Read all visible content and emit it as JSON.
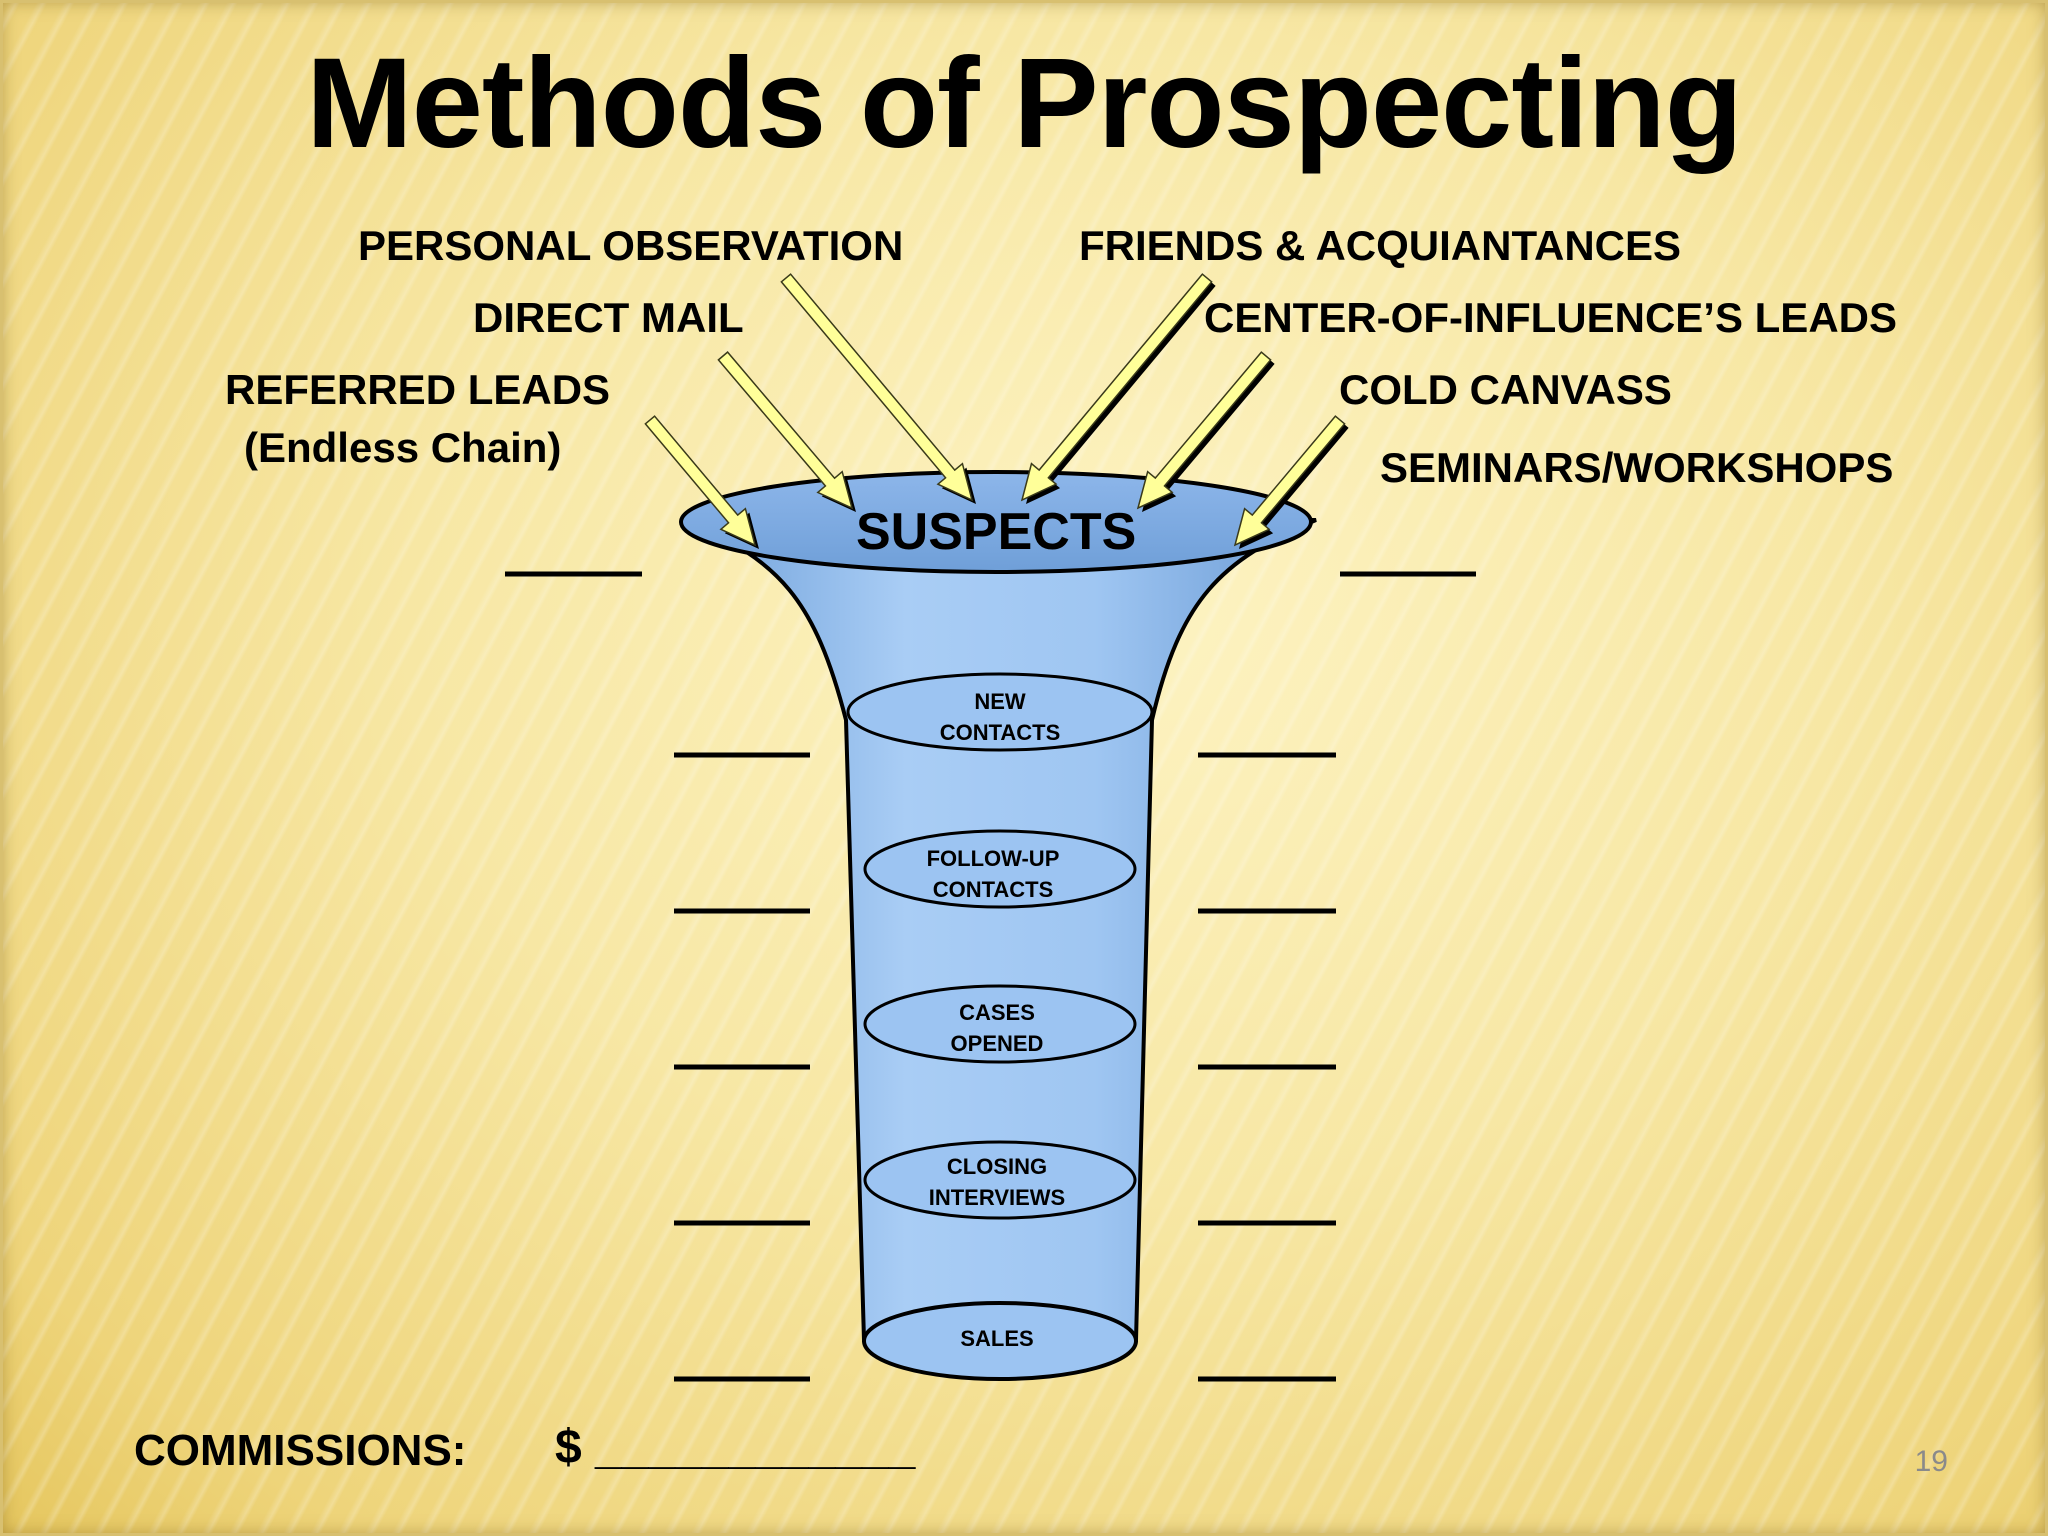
{
  "title": "Methods of Prospecting",
  "sources": {
    "personal_observation": "PERSONAL OBSERVATION",
    "direct_mail": "DIRECT MAIL",
    "referred_leads": "REFERRED LEADS",
    "referred_leads_sub": "(Endless Chain)",
    "friends": "FRIENDS & ACQUIANTANCES",
    "center_of_influence": "CENTER-OF-INFLUENCE’S LEADS",
    "cold_canvass": "COLD CANVASS",
    "seminars": "SEMINARS/WORKSHOPS"
  },
  "funnel": {
    "top_label": "SUSPECTS",
    "stages": [
      {
        "line1": "NEW",
        "line2": "CONTACTS"
      },
      {
        "line1": "FOLLOW-UP",
        "line2": "CONTACTS"
      },
      {
        "line1": "CASES",
        "line2": "OPENED"
      },
      {
        "line1": "CLOSING",
        "line2": "INTERVIEWS"
      },
      {
        "line1": "SALES",
        "line2": ""
      }
    ]
  },
  "footer": {
    "commissions_label": "COMMISSIONS:",
    "dollar_field": "$ ____________",
    "page_number": "19"
  },
  "colors": {
    "funnel_fill": "#8fbbef",
    "funnel_outline": "#000000",
    "arrow_fill": "#ffff99",
    "background": "#f7e7a4"
  }
}
